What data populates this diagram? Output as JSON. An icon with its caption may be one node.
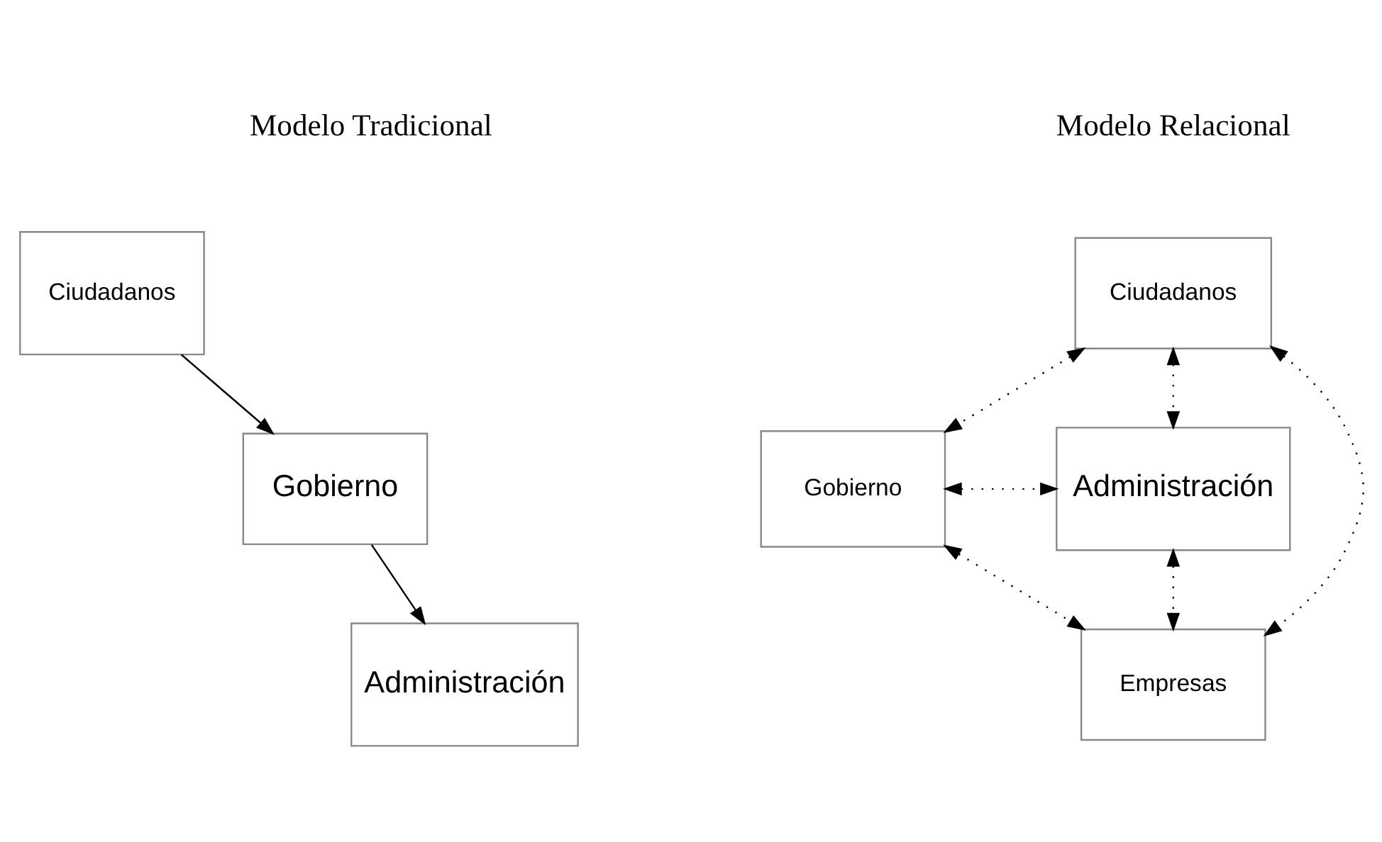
{
  "diagram": {
    "nodes": [
      {
        "text": [
          "Ciudadanos"
        ]
      },
      {
        "text": [
          "Gobierno"
        ]
      },
      {
        "text": [
          "Administración"
        ]
      },
      {
        "text": [
          "Ciudadanos"
        ]
      },
      {
        "text": [
          "Gobierno"
        ]
      },
      {
        "text": [
          "Administración"
        ]
      },
      {
        "text": [
          "Empresas"
        ]
      }
    ],
    "edges": [
      {
        "from": 0,
        "to": 1,
        "arrow": "to"
      },
      {
        "from": 1,
        "to": 2,
        "arrow": "to"
      },
      {
        "from": 3,
        "to": 4,
        "arrow": "both",
        "style": "dashed"
      },
      {
        "from": 3,
        "to": 5,
        "arrow": "both",
        "style": "dashed"
      },
      {
        "from": 3,
        "to": 6,
        "arrow": "both",
        "style": "dashed"
      },
      {
        "from": 4,
        "to": 5,
        "arrow": "both",
        "style": "dashed"
      },
      {
        "from": 4,
        "to": 6,
        "arrow": "both",
        "style": "dashed"
      },
      {
        "from": 5,
        "to": 6,
        "arrow": "both",
        "style": "dashed"
      }
    ],
    "labels": [
      "Modelo Tradicional",
      "Modelo Relacional"
    ]
  }
}
